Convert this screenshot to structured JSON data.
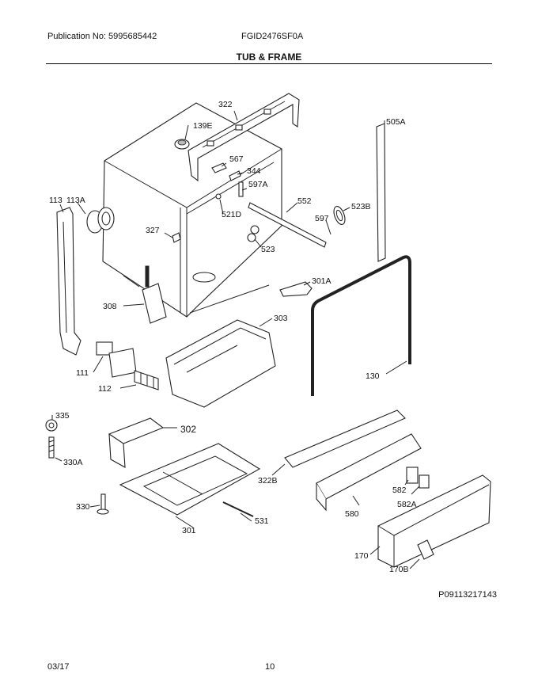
{
  "header": {
    "publication": "Publication No: 5995685442",
    "model": "FGID2476SF0A",
    "section_title": "TUB & FRAME"
  },
  "footer": {
    "date": "03/17",
    "page_number": "10",
    "diagram_id": "P09113217143"
  },
  "callouts": {
    "c322": "322",
    "c139E": "139E",
    "c567": "567",
    "c344": "344",
    "c597A": "597A",
    "c552": "552",
    "c523B": "523B",
    "c597": "597",
    "c521D": "521D",
    "c505A": "505A",
    "c113": "113",
    "c113A": "113A",
    "c327": "327",
    "c523": "523",
    "c301A": "301A",
    "c308": "308",
    "c303": "303",
    "c111": "111",
    "c112": "112",
    "c130": "130",
    "c335": "335",
    "c302": "302",
    "c330A": "330A",
    "c322B": "322B",
    "c582": "582",
    "c582A": "582A",
    "c330": "330",
    "c580": "580",
    "c531": "531",
    "c301": "301",
    "c170": "170",
    "c170B": "170B"
  }
}
